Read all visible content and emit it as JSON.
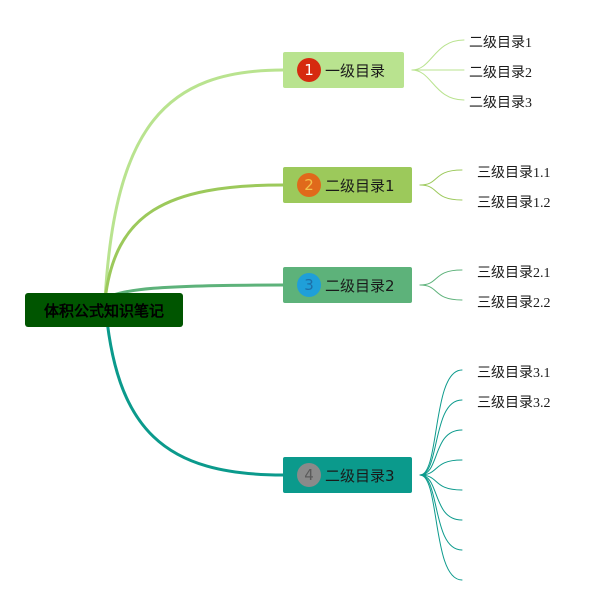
{
  "root": {
    "label": "体积公式知识笔记",
    "color": "#005500"
  },
  "branches": [
    {
      "number": "1",
      "label": "一级目录",
      "node_color": "#b9e38f",
      "badge_color": "#d62a0f",
      "badge_text_color": "#ffffff",
      "line_color": "#b9e38f",
      "children": [
        "二级目录1",
        "二级目录2",
        "二级目录3"
      ]
    },
    {
      "number": "2",
      "label": "二级目录1",
      "node_color": "#9cc95b",
      "badge_color": "#e0691b",
      "badge_text_color": "#f2c14a",
      "line_color": "#9cc95b",
      "children": [
        "三级目录1.1",
        "三级目录1.2"
      ]
    },
    {
      "number": "3",
      "label": "二级目录2",
      "node_color": "#5db27a",
      "badge_color": "#1f9fd9",
      "badge_text_color": "#1d6fa8",
      "line_color": "#5db27a",
      "children": [
        "三级目录2.1",
        "三级目录2.2"
      ]
    },
    {
      "number": "4",
      "label": "二级目录3",
      "node_color": "#0b9a8c",
      "badge_color": "#8a8a8a",
      "badge_text_color": "#5a5a5a",
      "line_color": "#0b9a8c",
      "children": [
        "三级目录3.1",
        "三级目录3.2",
        "",
        "",
        "",
        "",
        ""
      ]
    }
  ]
}
